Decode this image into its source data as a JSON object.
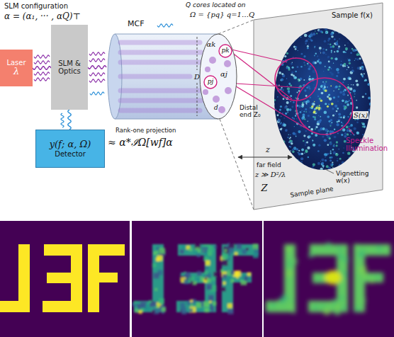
{
  "diagram": {
    "nodes": [
      {
        "text": [
          "Laser",
          "λ"
        ]
      },
      {
        "text": [
          "SLM & Optics"
        ]
      },
      {
        "text": [
          "MCF"
        ]
      },
      {
        "text": [
          "y(f; α, Ω)",
          "Detector"
        ]
      }
    ],
    "edges": [
      {
        "from": 0,
        "to": 1,
        "arrow": "none"
      },
      {
        "from": 1,
        "to": 2,
        "arrow": "none"
      },
      {
        "from": 1,
        "to": 3,
        "arrow": "none"
      }
    ],
    "labels": [
      "SLM configuration",
      "α = (α₁, ··· , αQ)⊤",
      "Q cores located on",
      "Ω = {pq} q=1…Q",
      "Rank-one projection",
      "≈ α*ℐΩ[wf]α",
      "D",
      "αk",
      "pk",
      "pj",
      "αj",
      "d",
      "Distal end Z₀",
      "Sample f(x)",
      "S(x)",
      "Speckle Illumination",
      "z",
      "far field",
      "z ≫ D²/λ",
      "Z",
      "Sample plane",
      "Vignetting w(x)"
    ]
  }
}
